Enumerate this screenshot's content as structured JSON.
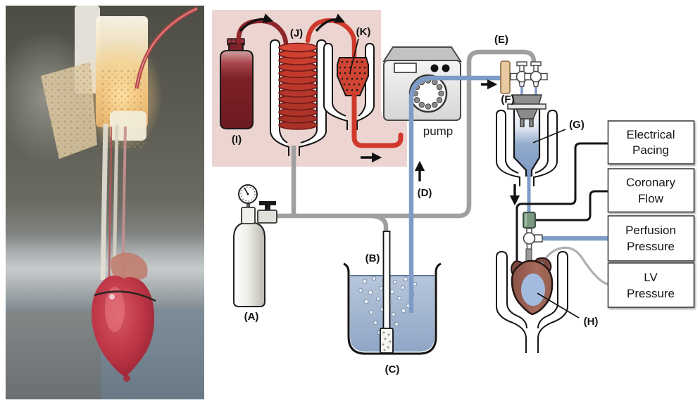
{
  "labels": {
    "A": "(A)",
    "B": "(B)",
    "C": "(C)",
    "D": "(D)",
    "E": "(E)",
    "F": "(F)",
    "G": "(G)",
    "H": "(H)",
    "I": "(I)",
    "J": "(J)",
    "K": "(K)"
  },
  "pump": {
    "label": "pump"
  },
  "callouts": [
    {
      "line1": "Electrical",
      "line2": "Pacing"
    },
    {
      "line1": "Coronary",
      "line2": "Flow"
    },
    {
      "line1": "Perfusion",
      "line2": "Pressure"
    },
    {
      "line1": "LV",
      "line2": "Pressure"
    }
  ],
  "colors": {
    "pink_panel": "#ecd4d0",
    "blood_dark_red": "#7c2228",
    "tube_red": "#cf3a2c",
    "tube_blue": "#7d9bc7",
    "tube_gray": "#a0a0a0",
    "wire_black": "#151515",
    "probe_green": "#79997f",
    "connector_tan": "#e8c9a0",
    "heart_brown": "#9a6054",
    "balloon_blue": "#a3bbdf",
    "chamber_blue": "#8fa9cc"
  }
}
